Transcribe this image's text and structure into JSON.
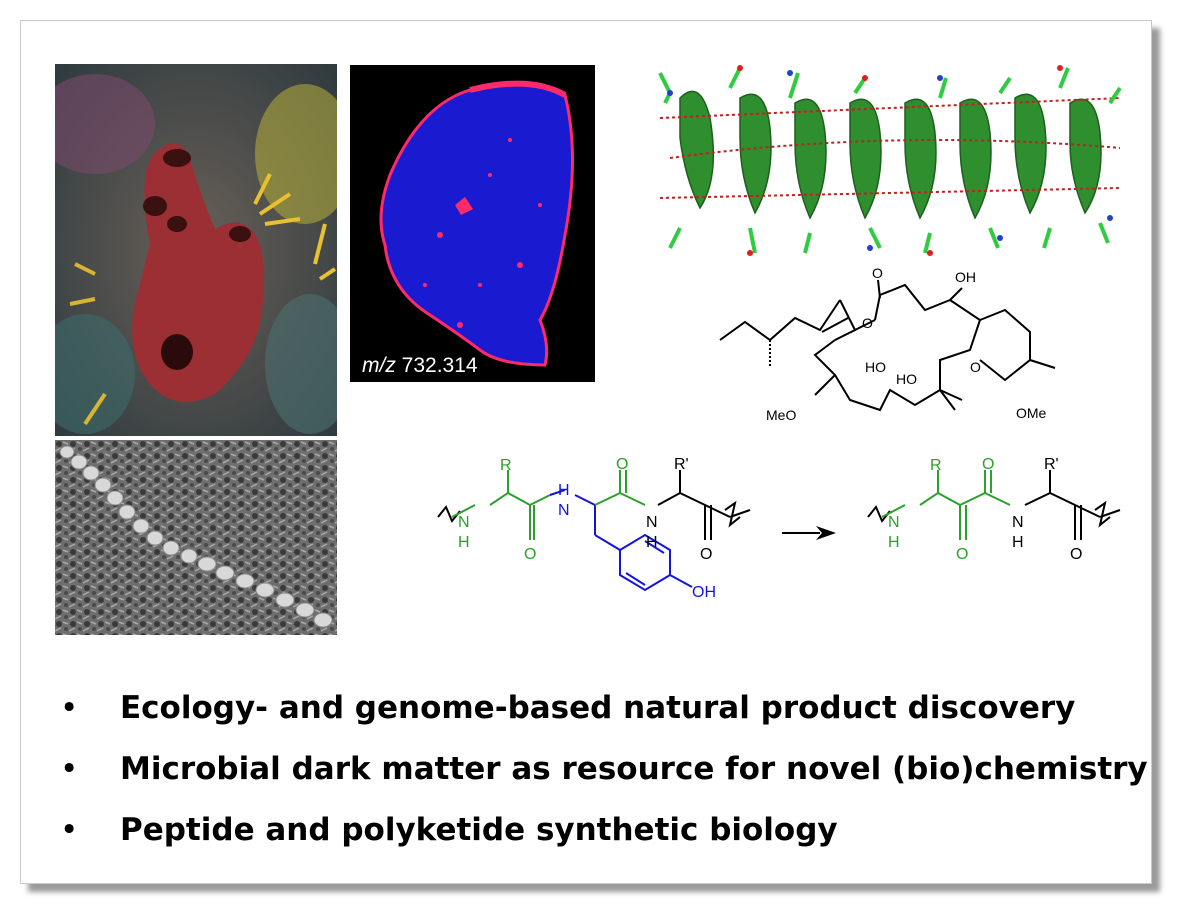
{
  "images": {
    "sponge_photo": {
      "icon": "sea-sponge-photo"
    },
    "maldi_image": {
      "icon": "mass-spec-image",
      "mz_italic": "m/z",
      "mz_value": "732.314"
    },
    "sem_image": {
      "icon": "bacterial-filament-micrograph"
    },
    "protein_structure": {
      "icon": "beta-helix-protein-structure"
    }
  },
  "macrolide": {
    "labels": {
      "o_carbonyl": "O",
      "oh_top": "OH",
      "o_ester": "O",
      "ho_left": "HO",
      "ho_right": "HO",
      "o_ring": "O",
      "meo": "MeO",
      "ome": "OMe"
    }
  },
  "reaction": {
    "left": {
      "r": "R",
      "nh_left": "N",
      "h_left": "H",
      "o_left": "O",
      "nh_mid_n": "N",
      "nh_mid_h": "H",
      "o_mid": "O",
      "nh_right_n": "N",
      "h_right": "H",
      "r_prime": "R'",
      "o_right": "O",
      "oh": "OH"
    },
    "right": {
      "r": "R",
      "nh_left": "N",
      "h_left": "H",
      "o_top": "O",
      "o_keto": "O",
      "nh_n": "N",
      "nh_h": "H",
      "r_prime": "R'",
      "o_right": "O"
    }
  },
  "bullets": [
    "Ecology- and genome-based natural product discovery",
    "Microbial dark matter as resource for novel (bio)chemistry",
    "Peptide and polyketide synthetic biology"
  ],
  "bullet_symbol": "•",
  "colors": {
    "green": "#2ca02c",
    "blue": "#1414dc",
    "maldi_blue": "#1a1ad0",
    "maldi_red": "#ff2a6a",
    "protein_green": "#3aa83a"
  }
}
